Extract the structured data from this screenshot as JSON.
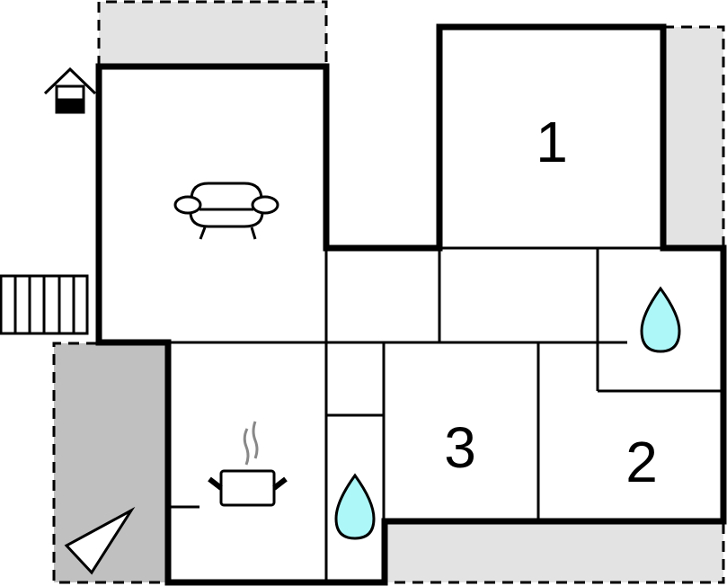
{
  "plan": {
    "type": "floor-plan",
    "rooms": [
      {
        "id": "bedroom-1",
        "label": "1"
      },
      {
        "id": "bedroom-2",
        "label": "2"
      },
      {
        "id": "bedroom-3",
        "label": "3"
      }
    ],
    "icons": [
      {
        "name": "entrance-house-icon",
        "meaning": "entrance"
      },
      {
        "name": "sofa-icon",
        "meaning": "living room"
      },
      {
        "name": "cooking-pot-icon",
        "meaning": "kitchen"
      },
      {
        "name": "water-drop-icon",
        "meaning": "bathroom"
      },
      {
        "name": "stairs-icon",
        "meaning": "stairs"
      },
      {
        "name": "compass-triangle-icon",
        "meaning": "orientation"
      }
    ],
    "colors": {
      "wall": "#000000",
      "terrace": "#e3e3e3",
      "covered_terrace": "#c0c0c0",
      "water": "#aef7f9"
    }
  }
}
